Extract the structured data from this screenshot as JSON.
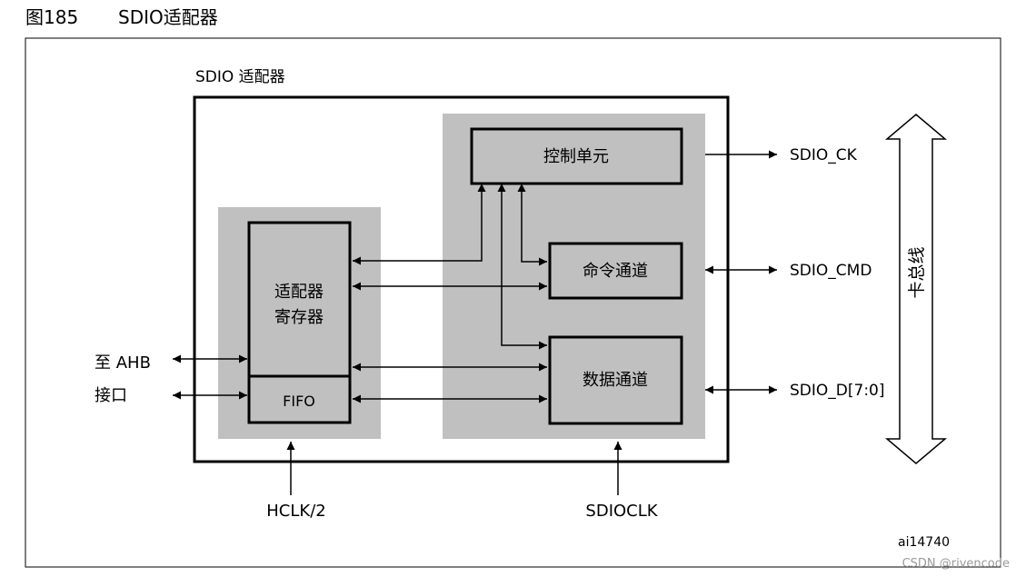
{
  "figure": {
    "number": "图185",
    "title": "SDIO适配器",
    "id": "ai14740",
    "watermark": "CSDN @rivencode"
  },
  "adapter": {
    "label": "SDIO 适配器"
  },
  "blocks": {
    "registers_line1": "适配器",
    "registers_line2": "寄存器",
    "fifo": "FIFO",
    "control_unit": "控制单元",
    "command_path": "命令通道",
    "data_path": "数据通道"
  },
  "ahb": {
    "line1": "至 AHB",
    "line2": "接口"
  },
  "clocks": {
    "hclk": "HCLK/2",
    "sdioclk": "SDIOCLK"
  },
  "signals": {
    "ck": "SDIO_CK",
    "cmd": "SDIO_CMD",
    "d": "SDIO_D[7:0]"
  },
  "card_bus": "卡总线",
  "colors": {
    "panel_gray": "#c0c0c0",
    "line": "#000000"
  }
}
